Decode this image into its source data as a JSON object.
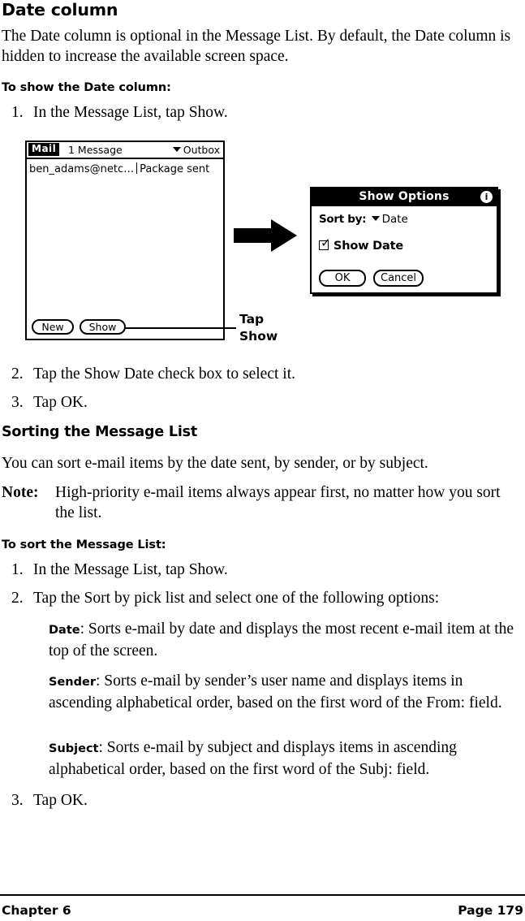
{
  "document": {
    "heading": "Date column",
    "intro_paragraph": "The Date column is optional in the Message List. By default, the Date column is hidden to increase the available screen space.",
    "procedure_1": {
      "title": "To show the Date column:",
      "steps": [
        {
          "number": "1.",
          "text": "In the Message List, tap Show."
        },
        {
          "number": "2.",
          "text": "Tap the Show Date check box to select it."
        },
        {
          "number": "3.",
          "text": "Tap OK."
        }
      ]
    },
    "section_2": {
      "heading": "Sorting the Message List",
      "paragraph": "You can sort e-mail items by the date sent, by sender, or by subject.",
      "note_label": "Note:",
      "note_text": "High-priority e-mail items always appear first, no matter how you sort the list."
    },
    "procedure_2": {
      "title": "To sort the Message List:",
      "steps": [
        {
          "number": "1.",
          "text": "In the Message List, tap Show."
        },
        {
          "number": "2.",
          "text": "Tap the Sort by pick list and select one of the following options:"
        },
        {
          "number": "3.",
          "text": "Tap OK."
        }
      ],
      "options": [
        {
          "term": "Date",
          "definition": ": Sorts e-mail by date and displays the most recent e-mail item at the top of the screen."
        },
        {
          "term": "Sender",
          "definition": ": Sorts e-mail by sender’s user name and displays items in ascending alphabetical order, based on the first word of the From: field."
        },
        {
          "term": "Subject",
          "definition": ": Sorts e-mail by subject and displays items in ascending alphabetical order, based on the first word of the Subj: field."
        }
      ]
    }
  },
  "figure": {
    "message_list": {
      "app_tag": "Mail",
      "message_count": "1 Message",
      "folder": "Outbox",
      "folder_icon": "triangle-down-icon",
      "row": {
        "sender": "ben_adams@netc…",
        "subject": "Package sent"
      },
      "buttons": {
        "new": "New",
        "show": "Show"
      }
    },
    "callout": {
      "line1": "Tap",
      "line2": "Show"
    },
    "arrow_icon": "arrow-right-icon",
    "dialog": {
      "title": "Show Options",
      "info_icon": "info-icon",
      "sort_label": "Sort by:",
      "sort_value": "Date",
      "sort_icon": "triangle-down-icon",
      "checkbox": {
        "label": "Show Date",
        "checked": true,
        "glyph": "✓"
      },
      "buttons": {
        "ok": "OK",
        "cancel": "Cancel"
      }
    }
  },
  "footer": {
    "chapter": "Chapter 6",
    "page": "Page 179"
  },
  "colors": {
    "ink": "#000000",
    "paper": "#ffffff"
  }
}
